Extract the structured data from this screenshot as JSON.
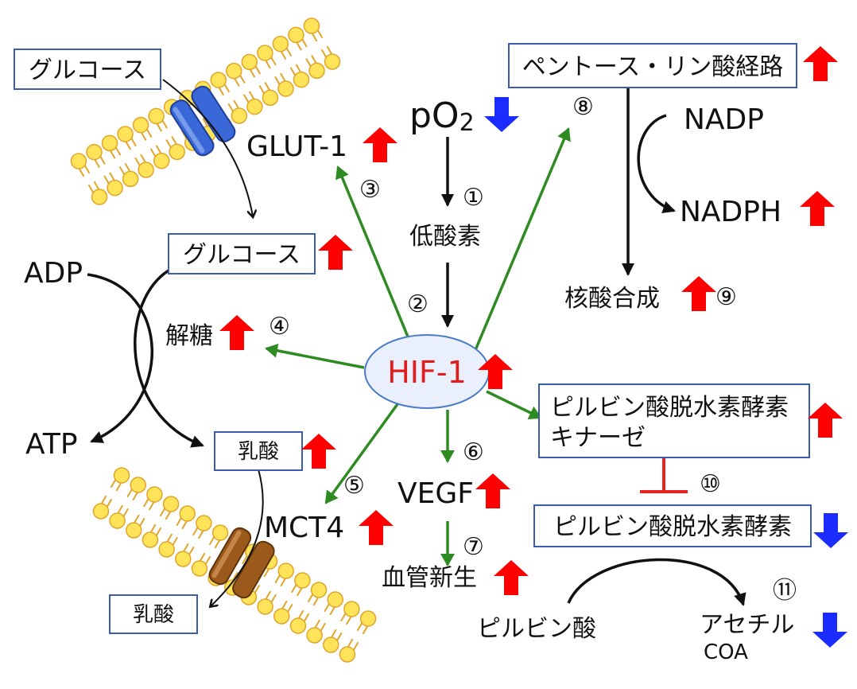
{
  "labels": {
    "glucose_outside": "グルコース",
    "glucose_inside": "グルコース",
    "lactate_inside": "乳酸",
    "lactate_outside": "乳酸",
    "glut1": "GLUT-1",
    "mct4": "MCT4",
    "po2_main": "pO",
    "po2_sub": "2",
    "hypoxia": "低酸素",
    "hif1": "HIF-1",
    "glycolysis": "解糖",
    "vegf": "VEGF",
    "angiogenesis": "血管新生",
    "ppp": "ペントース・リン酸経路",
    "nadp": "NADP",
    "nadph": "NADPH",
    "nucleic_acid": "核酸合成",
    "adp": "ADP",
    "atp": "ATP",
    "pdk_line1": "ピルビン酸脱水素酵素",
    "pdk_line2": "キナーゼ",
    "pdh": "ピルビン酸脱水素酵素",
    "pyruvate": "ピルビン酸",
    "acetyl": "アセチル",
    "coa": "COA"
  },
  "steps": {
    "s1": "①",
    "s2": "②",
    "s3": "③",
    "s4": "④",
    "s5": "⑤",
    "s6": "⑥",
    "s7": "⑦",
    "s8": "⑧",
    "s9": "⑨",
    "s10": "⑩",
    "s11": "⑪"
  },
  "colors": {
    "up_arrow": "#ff0000",
    "down_arrow": "#1a2cff",
    "green_arrow": "#2e8b22",
    "inhibit": "#e8231e",
    "box_border": "#3a5bb0",
    "hif_fill": "#e9f0fb",
    "hif_border": "#4a7ac9",
    "hif_text": "#e01c1c",
    "lipid_head": "#ffe45a",
    "lipid_stroke": "#e1a52a",
    "glut_channel": "#3a68d8",
    "mct_channel": "#9b5a1c"
  },
  "icons": {
    "up": "up-arrow-icon",
    "down": "down-arrow-icon"
  }
}
